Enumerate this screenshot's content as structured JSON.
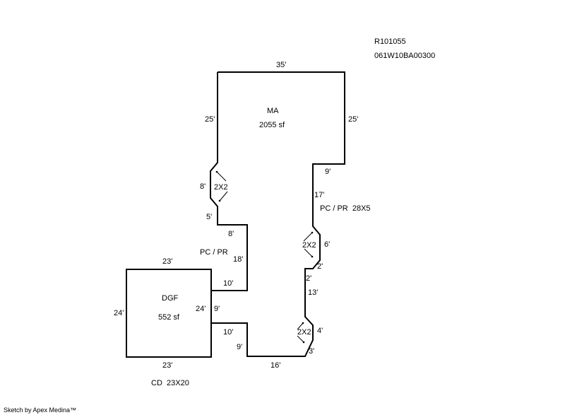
{
  "header": {
    "parcel_id": "R101055",
    "map_number": "061W10BA00300"
  },
  "footer": {
    "credit": "Sketch by Apex Medina™"
  },
  "main_area": {
    "name": "MA",
    "area": "2055 sf",
    "dims": {
      "top": "35'",
      "left": "25'",
      "right": "25'",
      "right_step": "9'",
      "left_jog": "8'",
      "left_bottom": "5'"
    },
    "bay_label": "2X2"
  },
  "porch_right": {
    "label": "PC / PR  28X5",
    "dims": {
      "seg1": "17'",
      "jog1": "6'",
      "step1": "2'",
      "step2": "2'",
      "seg2": "13'",
      "jog2": "4'",
      "jog2_bottom": "3'",
      "bottom": "16'"
    },
    "bay_upper": "2X2",
    "bay_lower": "2X2"
  },
  "porch_left": {
    "label": "PC / PR",
    "dims": {
      "top": "8'",
      "side": "18'",
      "upper_bottom": "10'",
      "lower_top": "10'",
      "lower_side": "9'"
    }
  },
  "garage": {
    "name": "DGF",
    "area": "552 sf",
    "dims": {
      "top": "23'",
      "bottom": "23'",
      "left": "24'",
      "right": "24'",
      "right_gap": "9'"
    },
    "caption": "CD  23X20"
  }
}
